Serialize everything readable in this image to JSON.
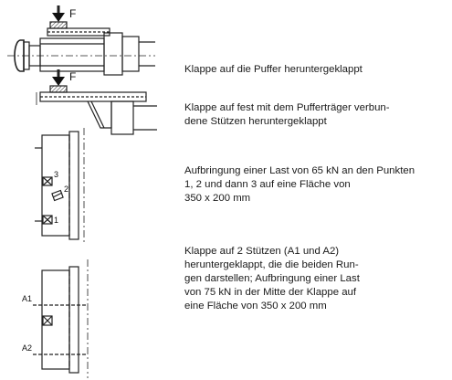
{
  "figure1": {
    "force_label": "F"
  },
  "figure2": {
    "force_label": "F"
  },
  "figure3": {
    "point_1": "1",
    "point_2": "2",
    "point_3": "3"
  },
  "figure4": {
    "support_a1": "A1",
    "support_a2": "A2"
  },
  "captions": [
    "Klappe auf die Puffer heruntergeklappt",
    "Klappe auf fest mit dem Pufferträger verbun-\ndene Stützen heruntergeklappt",
    "Aufbringung einer Last von 65 kN an den Punkten\n1, 2 und dann 3 auf eine Fläche von\n350 x 200 mm",
    "Klappe auf 2 Stützen (A1 und A2)\nheruntergeklappt, die die beiden Run-\ngen darstellen; Aufbringung einer Last\nvon 75 kN in der Mitte der Klappe auf\neine Fläche von 350 x 200 mm"
  ]
}
